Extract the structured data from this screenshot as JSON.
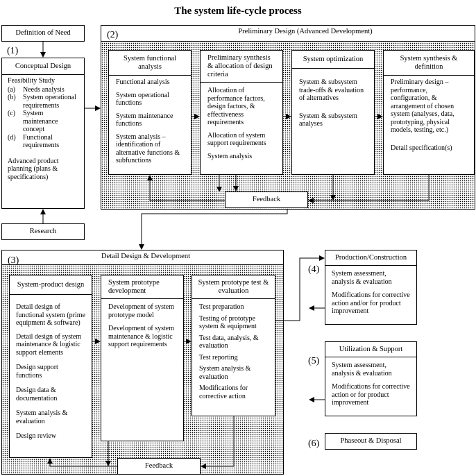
{
  "title": "The system life-cycle process",
  "definition_of_need": "Definition of Need",
  "research": "Research",
  "conceptual": {
    "number": "(1)",
    "label": "Conceptual Design",
    "feasibility": "Feasibility Study",
    "items": [
      {
        "key": "(a)",
        "text": "Needs analysis"
      },
      {
        "key": "(b)",
        "text": "System operational requirements"
      },
      {
        "key": "(c)",
        "text": "System maintenance concept"
      },
      {
        "key": "(d)",
        "text": "Functional requirements"
      }
    ],
    "advanced": "Advanced product planning (plans & specifications)"
  },
  "preliminary": {
    "number": "(2)",
    "label": "Preliminary Design (Advanced Development)",
    "feedback": "Feedback",
    "boxes": [
      {
        "title": "System functional analysis",
        "items": [
          "Functional analysis",
          "System operational functions",
          "System maintenance functions",
          "System analysis – identification of alternative functions & subfunctions"
        ]
      },
      {
        "title": "Preliminary synthesis & allocation of design criteria",
        "items": [
          "Allocation of performance factors, design factors, & effectiveness requirements",
          "Allocation of system support requirements",
          "System analysis"
        ]
      },
      {
        "title": "System optimization",
        "items": [
          "System & subsystem trade-offs & evaluation of alternatives",
          "System & subsystem analyses"
        ]
      },
      {
        "title": "System synthesis & definition",
        "items": [
          "Preliminary design – performance, configuration, & arrangement of chosen system (analyses, data, prototyping, physical models, testing, etc.)",
          "Detail specification(s)"
        ]
      }
    ]
  },
  "detail": {
    "number": "(3)",
    "label": "Detail Design & Development",
    "feedback": "Feedback",
    "boxes": [
      {
        "title": "System-product design",
        "items": [
          "Detail design of functional system (prime equipment & software)",
          "Detail design of system maintenance & logistic support elements",
          "Design support functions",
          "Design data & documentation",
          "System analysis & evaluation",
          "Design review"
        ]
      },
      {
        "title": "System prototype development",
        "items": [
          "Development of system prototype model",
          "Development of system maintenance & logistic support requirements"
        ]
      },
      {
        "title": "System prototype test & evaluation",
        "items": [
          "Test preparation",
          "Testing of prototype system & equipment",
          "Test data, analysis, & evaluation",
          "Test reporting",
          "System analysis & evaluation",
          "Modifications for corrective action"
        ]
      }
    ]
  },
  "production": {
    "number": "(4)",
    "label": "Production/Construction",
    "items": [
      "System assessment, analysis & evaluation",
      "Modifications for corrective action and/or for product improvement"
    ]
  },
  "utilization": {
    "number": "(5)",
    "label": "Utilization & Support",
    "items": [
      "System assessment, analysis & evaluation",
      "Modifications for corrective action or for product improvement"
    ]
  },
  "phaseout": {
    "number": "(6)",
    "label": "Phaseout & Disposal"
  }
}
